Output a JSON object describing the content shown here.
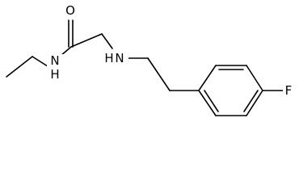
{
  "structure": {
    "atom_labels": {
      "oxygen": "O",
      "amide_nitrogen": "N",
      "amide_hydrogen": "H",
      "amine_nitrogen": "N",
      "amine_hydrogen": "H",
      "fluorine": "F"
    },
    "colors": {
      "bond": "#000000",
      "label": "#000000",
      "background": "#ffffff"
    }
  }
}
